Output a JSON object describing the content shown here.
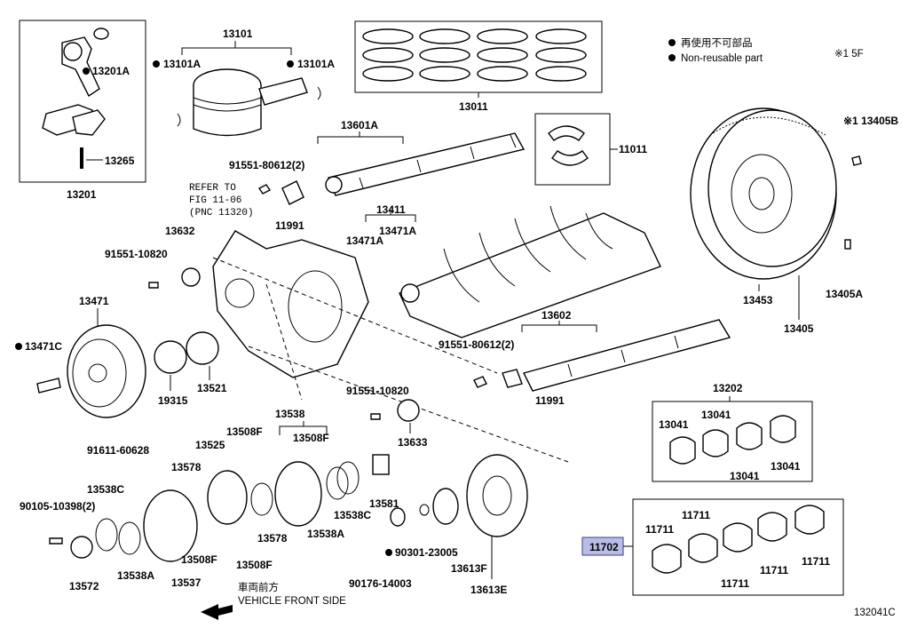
{
  "legend": {
    "line_jp": "再使用不可部品",
    "line_en": "Non-reusable part",
    "note": "※1 5F"
  },
  "diagram_code": "132041C",
  "refer": {
    "line1": "REFER TO",
    "line2": "FIG 11-06",
    "line3": "(PNC 11320)"
  },
  "front": {
    "jp": "車両前方",
    "en": "VEHICLE FRONT SIDE"
  },
  "labels": {
    "p13101": "13101",
    "p13101a_l": "13101A",
    "p13101a_r": "13101A",
    "p13201a": "13201A",
    "p13265": "13265",
    "p13201": "13201",
    "p13011": "13011",
    "p13601a": "13601A",
    "p91551_80612_a": "91551-80612(2)",
    "p11991_a": "11991",
    "p11011": "11011",
    "p13405b": "※1 13405B",
    "p13632": "13632",
    "p91551_10820_a": "91551-10820",
    "p13411": "13411",
    "p13471a_1": "13471A",
    "p13471a_2": "13471A",
    "p13453": "13453",
    "p13405a": "13405A",
    "p13405": "13405",
    "p13471": "13471",
    "p13471c": "13471C",
    "p19315": "19315",
    "p13521": "13521",
    "p13602": "13602",
    "p91551_80612_b": "91551-80612(2)",
    "p11991_b": "11991",
    "p13202": "13202",
    "p13041_1": "13041",
    "p13041_2": "13041",
    "p13041_3": "13041",
    "p13041_4": "13041",
    "p91551_10820_b": "91551-10820",
    "p13633": "13633",
    "p13538": "13538",
    "p13508f_1": "13508F",
    "p13508f_2": "13508F",
    "p13525": "13525",
    "p91611_60628": "91611-60628",
    "p13578_1": "13578",
    "p13538c_1": "13538C",
    "p90105_10398": "90105-10398(2)",
    "p13572": "13572",
    "p13538a_1": "13538A",
    "p13537": "13537",
    "p13508f_3": "13508F",
    "p13508f_4": "13508F",
    "p13578_2": "13578",
    "p13538a_2": "13538A",
    "p13538c_2": "13538C",
    "p13581": "13581",
    "p90301_23005": "90301-23005",
    "p90176_14003": "90176-14003",
    "p13613f": "13613F",
    "p13613e": "13613E",
    "p11702": "11702",
    "p11711_1": "11711",
    "p11711_2": "11711",
    "p11711_3": "11711",
    "p11711_4": "11711",
    "p11711_5": "11711"
  }
}
